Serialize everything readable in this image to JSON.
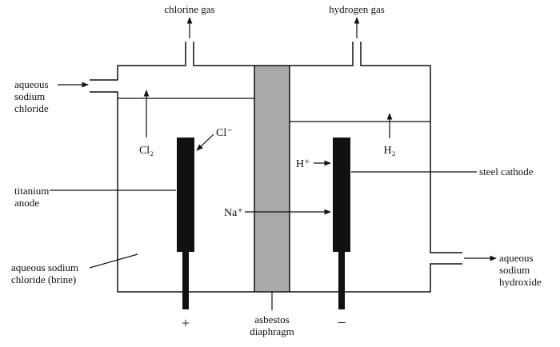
{
  "labels": {
    "chlorine_gas": "chlorine gas",
    "hydrogen_gas": "hydrogen gas",
    "inlet": [
      "aqueous",
      "sodium",
      "chloride"
    ],
    "outlet": [
      "aqueous",
      "sodium",
      "hydroxide"
    ],
    "anode": [
      "titanium",
      "anode"
    ],
    "brine": [
      "aqueous sodium",
      "chloride (brine)"
    ],
    "cathode": "steel cathode",
    "diaphragm": [
      "asbestos",
      "diaphragm"
    ],
    "cl2": "Cl₂",
    "h2": "H₂",
    "cl_minus": "Cl⁻",
    "h_plus": "H⁺",
    "na_plus": "Na⁺",
    "plus": "+",
    "minus": "–"
  },
  "colors": {
    "diaphragm_fill": "#a9a9a9",
    "electrode_fill": "#111111",
    "line": "#111111"
  }
}
